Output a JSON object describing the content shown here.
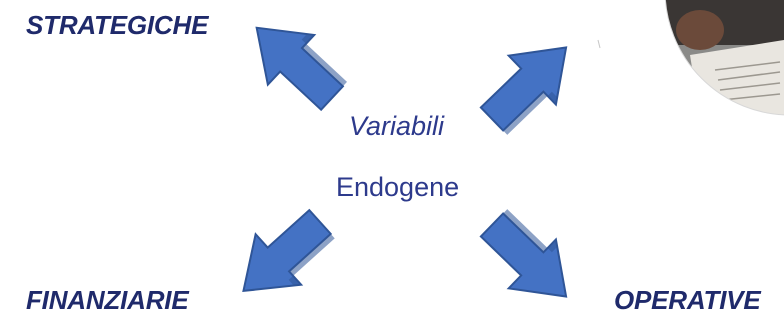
{
  "labels": {
    "top_left": "STRATEGICHE",
    "bottom_left": "FINANZIARIE",
    "bottom_right": "OPERATIVE",
    "center_line1": "Variabili",
    "center_line2": "Endogene"
  },
  "colors": {
    "arrow_fill": "#4472c4",
    "arrow_edge": "#2f5597",
    "corner_text": "#1f2a6b",
    "center_text": "#2d3a8c"
  },
  "image": {
    "name": "person-reading-book-photo"
  }
}
